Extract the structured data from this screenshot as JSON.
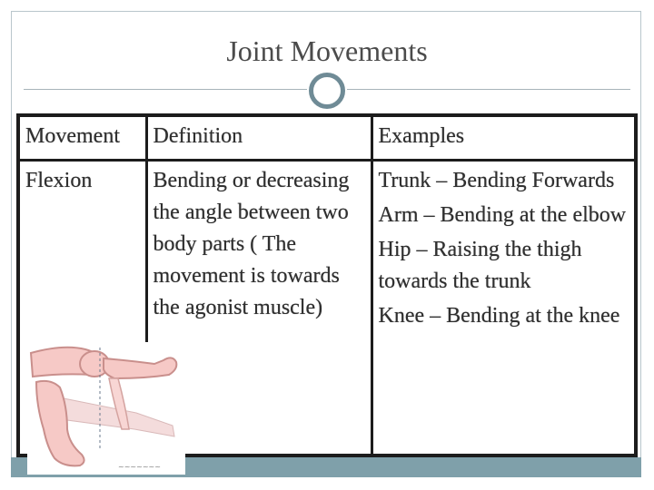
{
  "slide": {
    "title": "Joint Movements"
  },
  "table": {
    "headers": [
      "Movement",
      "Definition",
      "Examples"
    ],
    "rows": [
      {
        "movement": "Flexion",
        "definition": "Bending or decreasing the angle between two body parts ( The movement is towards the agonist muscle)",
        "examples": [
          "Trunk – Bending Forwards",
          "Arm – Bending at the elbow",
          "Hip – Raising the thigh towards the trunk",
          "Knee – Bending at the knee"
        ]
      }
    ]
  },
  "illustration": {
    "icon": "bent-leg-illustration"
  },
  "colors": {
    "accent": "#7fa0aa",
    "ring": "#6f8b96",
    "table_border": "#1c1c1c",
    "skin": "#f6c9c6"
  }
}
